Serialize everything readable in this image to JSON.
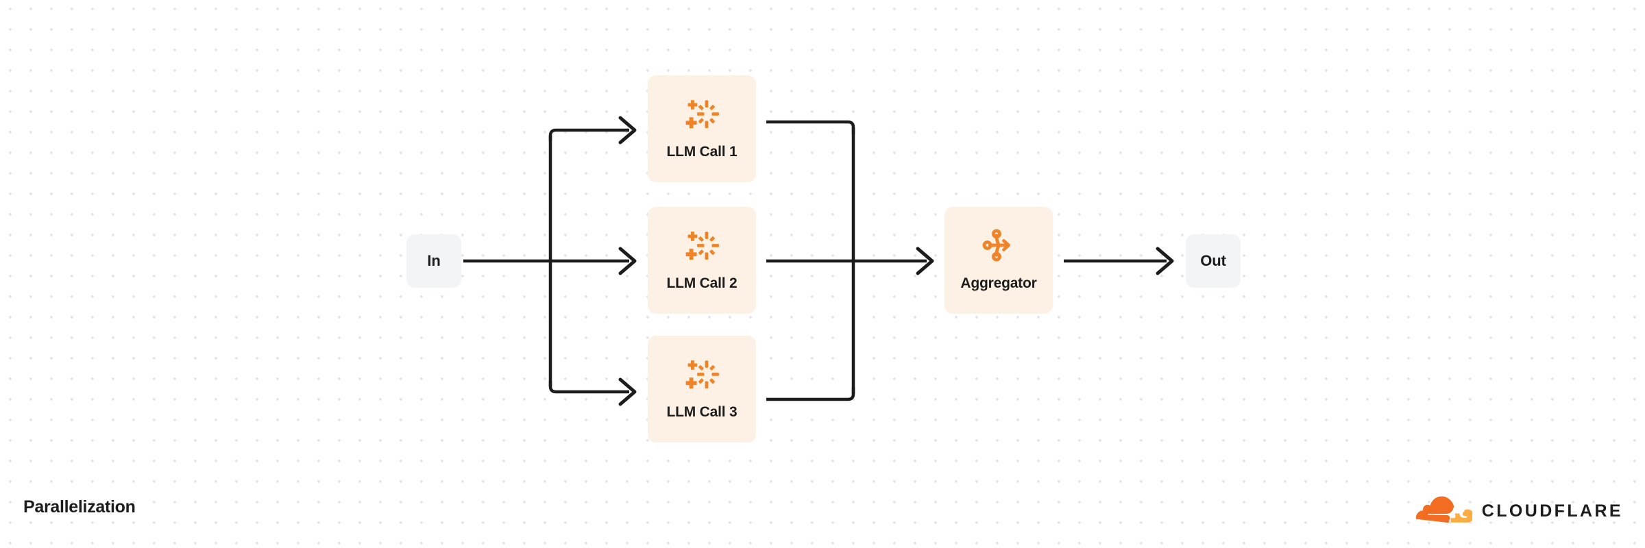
{
  "diagram": {
    "title": "Parallelization",
    "type": "flow-diagram",
    "accent_color": "#ef8327",
    "card_fill": "#fcf1e4",
    "io_fill": "#f3f4f6",
    "wire_color": "#1c1c1c",
    "background": "#ffffff",
    "dot_grid_color": "#e6e6e8",
    "nodes": [
      {
        "id": "in",
        "label": "In",
        "kind": "io",
        "icon": ""
      },
      {
        "id": "llm1",
        "label": "LLM Call 1",
        "kind": "card",
        "icon": "ai-sparkle-icon"
      },
      {
        "id": "llm2",
        "label": "LLM Call 2",
        "kind": "card",
        "icon": "ai-sparkle-icon"
      },
      {
        "id": "llm3",
        "label": "LLM Call 3",
        "kind": "card",
        "icon": "ai-sparkle-icon"
      },
      {
        "id": "aggregator",
        "label": "Aggregator",
        "kind": "card",
        "icon": "merge-arrow-icon"
      },
      {
        "id": "out",
        "label": "Out",
        "kind": "io",
        "icon": ""
      }
    ],
    "edges": [
      {
        "from": "in",
        "to": "llm1",
        "style": "elbow-branch"
      },
      {
        "from": "in",
        "to": "llm2",
        "style": "straight"
      },
      {
        "from": "in",
        "to": "llm3",
        "style": "elbow-branch"
      },
      {
        "from": "llm1",
        "to": "aggregator",
        "style": "elbow-merge"
      },
      {
        "from": "llm2",
        "to": "aggregator",
        "style": "straight"
      },
      {
        "from": "llm3",
        "to": "aggregator",
        "style": "elbow-merge"
      },
      {
        "from": "aggregator",
        "to": "out",
        "style": "straight"
      }
    ]
  },
  "brand": {
    "name": "CLOUDFLARE",
    "logo_color_primary": "#f26c21",
    "logo_color_secondary": "#fbad41"
  }
}
